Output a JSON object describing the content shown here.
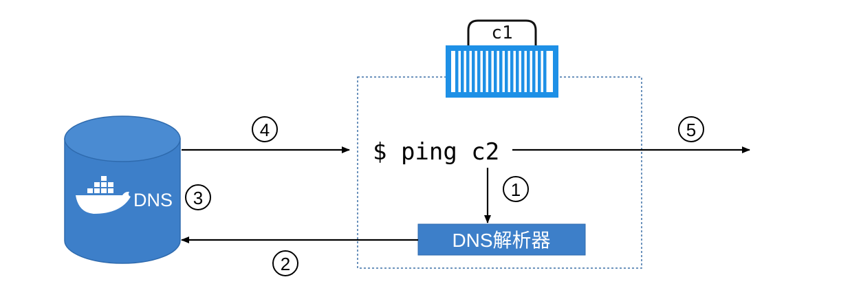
{
  "container": {
    "label": "c1"
  },
  "command": {
    "text": "$ ping c2"
  },
  "resolver": {
    "label": "DNS解析器"
  },
  "dns_server": {
    "label": "DNS"
  },
  "steps": {
    "one": "1",
    "two": "2",
    "three": "3",
    "four": "4",
    "five": "5"
  },
  "colors": {
    "blue_fill": "#3d7fc9",
    "blue_stroke": "#2e6aad",
    "container_blue": "#1e90e6",
    "dashed_border": "#3a6ea5",
    "line": "#000000",
    "text_white": "#ffffff"
  },
  "icons": {
    "dns": "docker-whale-icon",
    "container": "shipping-container-icon"
  }
}
